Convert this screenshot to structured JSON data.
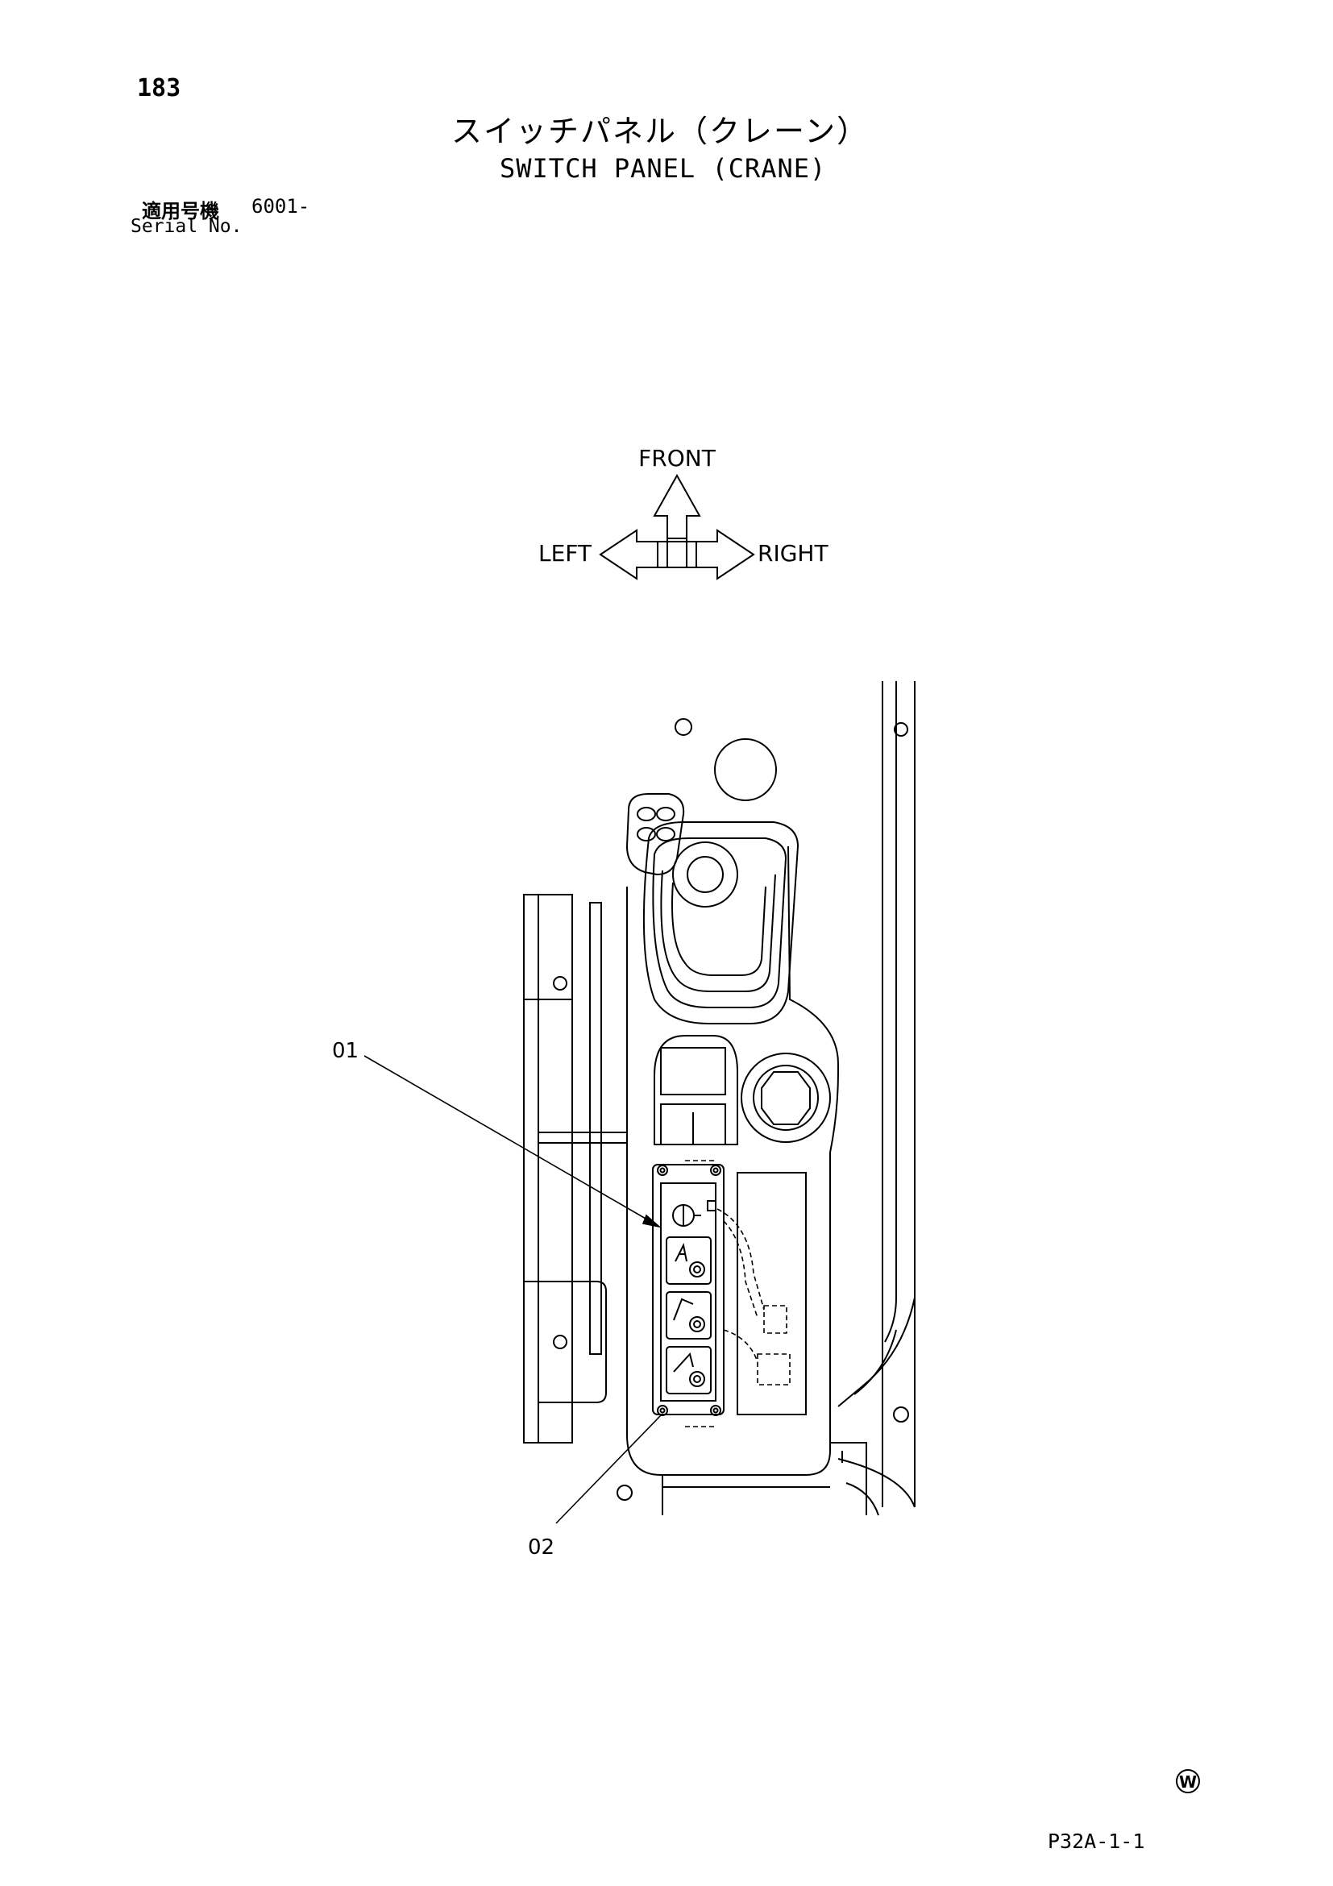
{
  "header": {
    "page_number": "183",
    "title_jp": "スイッチパネル（クレーン）",
    "title_en": "SWITCH PANEL (CRANE)",
    "serial_label_jp": "適用号機",
    "serial_value": "6001-",
    "serial_label_en": "Serial No."
  },
  "orientation": {
    "front": "FRONT",
    "left": "LEFT",
    "right": "RIGHT"
  },
  "callouts": {
    "c01": "01",
    "c02": "02"
  },
  "footer": {
    "mark": "W",
    "page_code": "P32A-1-1"
  }
}
